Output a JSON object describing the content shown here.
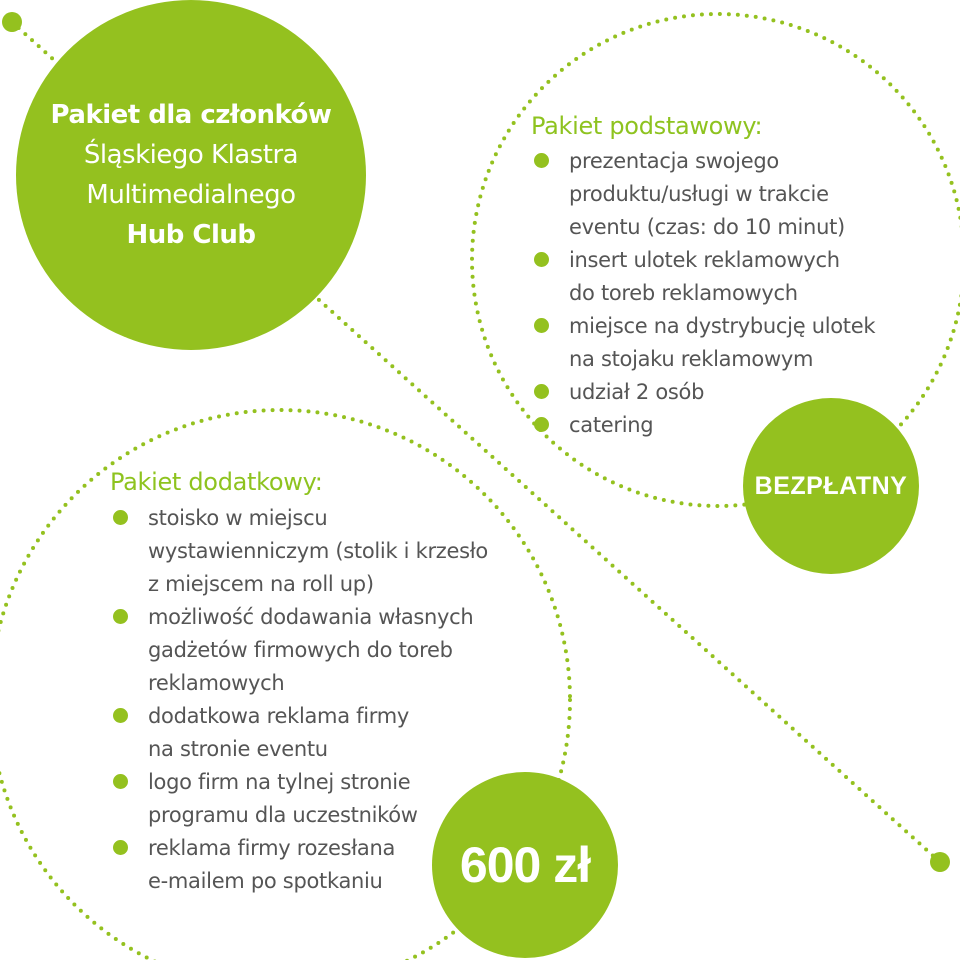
{
  "hub": {
    "lines": [
      "Pakiet dla członków",
      "Śląskiego Klastra",
      "Multimedialnego",
      "Hub Club"
    ]
  },
  "basic_package": {
    "title": "Pakiet podstawowy:",
    "price": "BEZPŁATNY",
    "items": [
      [
        "prezentacja swojego",
        "produktu/usługi w trakcie",
        "eventu (czas: do 10 minut)"
      ],
      [
        "insert ulotek reklamowych",
        "do toreb reklamowych"
      ],
      [
        "miejsce na dystrybucję ulotek",
        "na stojaku reklamowym"
      ],
      [
        "udział 2 osób"
      ],
      [
        "catering"
      ]
    ]
  },
  "extra_package": {
    "title": "Pakiet dodatkowy:",
    "price": "600 zł",
    "items": [
      [
        "stoisko w miejscu",
        "wystawienniczym  (stolik i krzesło",
        "z miejscem na roll up)"
      ],
      [
        "możliwość dodawania własnych",
        "gadżetów firmowych do toreb",
        "reklamowych"
      ],
      [
        "dodatkowa reklama firmy",
        "na stronie eventu"
      ],
      [
        "logo firm na tylnej stronie",
        "programu dla uczestników"
      ],
      [
        "reklama firmy rozesłana",
        "e-mailem po spotkaniu"
      ]
    ]
  },
  "colors": {
    "accent": "#94c11f",
    "title_green": "#8ec31f",
    "body_text": "#555555",
    "on_accent": "#ffffff"
  }
}
